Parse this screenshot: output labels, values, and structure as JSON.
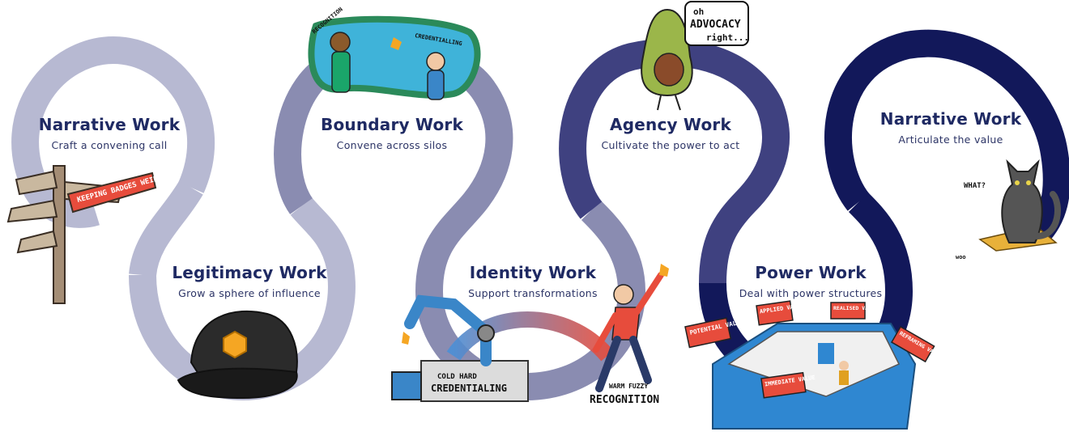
{
  "steps": [
    {
      "title": "Narrative Work",
      "subtitle": "Craft a convening call"
    },
    {
      "title": "Legitimacy Work",
      "subtitle": "Grow a sphere of influence"
    },
    {
      "title": "Boundary Work",
      "subtitle": "Convene across silos"
    },
    {
      "title": "Identity Work",
      "subtitle": "Support transformations"
    },
    {
      "title": "Agency Work",
      "subtitle": "Cultivate the power to act"
    },
    {
      "title": "Power Work",
      "subtitle": "Deal with power structures"
    },
    {
      "title": "Narrative Work",
      "subtitle": "Articulate the value"
    }
  ],
  "illustrations": {
    "signpost": "KEEPING BADGES WEIRD",
    "boundary_left": "RECOGNITION",
    "boundary_right": "CREDENTIALLING",
    "avocado_line1": "oh",
    "avocado_line2": "ADVOCACY",
    "avocado_line3": "right...",
    "cold_line1": "COLD HARD",
    "cold_line2": "CREDENTIALING",
    "warm_line1": "WARM FUZZY",
    "warm_line2": "RECOGNITION",
    "cat_speech": "WHAT?",
    "cat_sound": "woo",
    "value_signs": [
      "POTENTIAL VALUE",
      "APPLIED VALUE",
      "REALISED VALUE",
      "REFRAMING VALUE",
      "IMMEDIATE VALUE"
    ]
  },
  "colors": {
    "loop_1": "#b7b9d2",
    "loop_2": "#8a8cb1",
    "loop_3": "#3f4180",
    "loop_4": "#12185a",
    "title": "#1f2a63"
  }
}
